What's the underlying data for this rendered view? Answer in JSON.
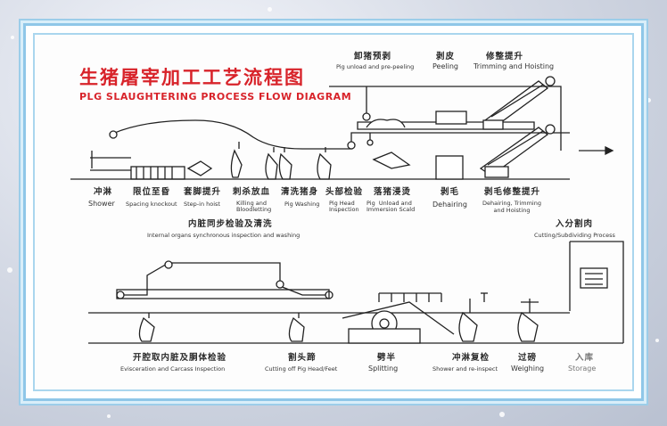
{
  "title": {
    "zh": "生猪屠宰加工工艺流程图",
    "en": "PLG SLAUGHTERING PROCESS FLOW DIAGRAM"
  },
  "top_stages": [
    {
      "zh": "卸猪预剥",
      "en": "Pig unload and pre-peeling"
    },
    {
      "zh": "剥皮",
      "en": "Peeling"
    },
    {
      "zh": "修整提升",
      "en": "Trimming and Hoisting"
    }
  ],
  "row1": [
    {
      "zh": "冲淋",
      "en": "Shower"
    },
    {
      "zh": "限位至昏",
      "en": "Spacing knockout"
    },
    {
      "zh": "套脚提升",
      "en": "Step-in hoist"
    },
    {
      "zh": "刺杀放血",
      "en": "Killing and\nBloodletting"
    },
    {
      "zh": "清洗猪身",
      "en": "Pig Washing"
    },
    {
      "zh": "头部检验",
      "en": "Pig Head\nInspection"
    },
    {
      "zh": "落猪浸烫",
      "en": "Unload and\nImmersion Scald"
    },
    {
      "zh": "剥毛",
      "en": "Dehairing"
    },
    {
      "zh": "剥毛修整提升",
      "en": "Dehairing, Trimming\nand Hoisting"
    }
  ],
  "middle": {
    "internal_zh": "内脏同步检验及清洗",
    "internal_en": "Internal organs synchronous inspection and washing",
    "cutting_zh": "入分割肉",
    "cutting_en": "Cutting/Subdividing Process"
  },
  "row2": [
    {
      "zh": "开腔取内脏及胴体检验",
      "en": "Evisceration and Carcass Inspection"
    },
    {
      "zh": "割头蹄",
      "en": "Cutting off Pig Head/Feet"
    },
    {
      "zh": "劈半",
      "en": "Splitting"
    },
    {
      "zh": "冲淋复检",
      "en": "Shower and re-inspect"
    },
    {
      "zh": "过磅",
      "en": "Weighing"
    },
    {
      "zh": "入库",
      "en": "Storage"
    }
  ],
  "colors": {
    "title": "#d8232a",
    "frame": "#8fc7e8",
    "line": "#222222"
  }
}
